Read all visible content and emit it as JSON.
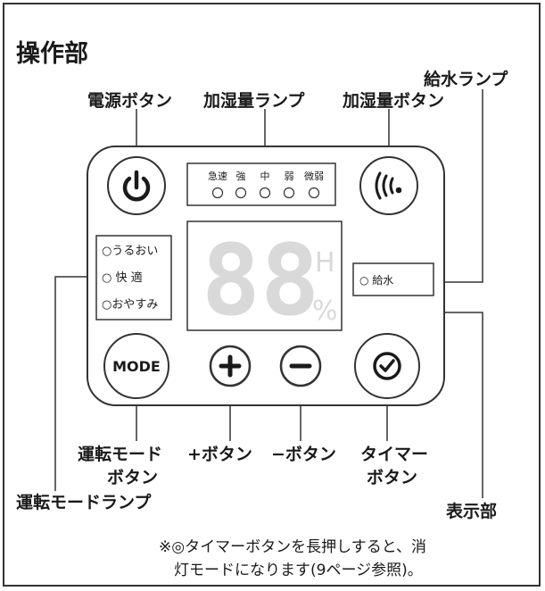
{
  "title": "操作部",
  "labels": {
    "power_button": "電源ボタン",
    "humidify_lamp": "加湿量ランプ",
    "humidify_button": "加湿量ボタン",
    "water_lamp": "給水ランプ",
    "mode_button_line1": "運転モード",
    "mode_button_line2": "ボタン",
    "plus_button": "+ボタン",
    "minus_button": "−ボタン",
    "timer_button_line1": "タイマー",
    "timer_button_line2": "ボタン",
    "mode_lamp": "運転モードランプ",
    "display": "表示部"
  },
  "panel": {
    "lamp_labels": [
      "急速",
      "強",
      "中",
      "弱",
      "微弱"
    ],
    "mode_lamps": [
      "○うるおい",
      "○ 快 適",
      "○おやすみ"
    ],
    "water_lamp_text": "○ 給水",
    "mode_button_text": "MODE",
    "display_digits": "88",
    "display_h": "H",
    "display_pct": "%"
  },
  "note": {
    "line1": "※◎タイマーボタンを長押しすると、消",
    "line2": "灯モードになります(9ページ参照)。"
  }
}
